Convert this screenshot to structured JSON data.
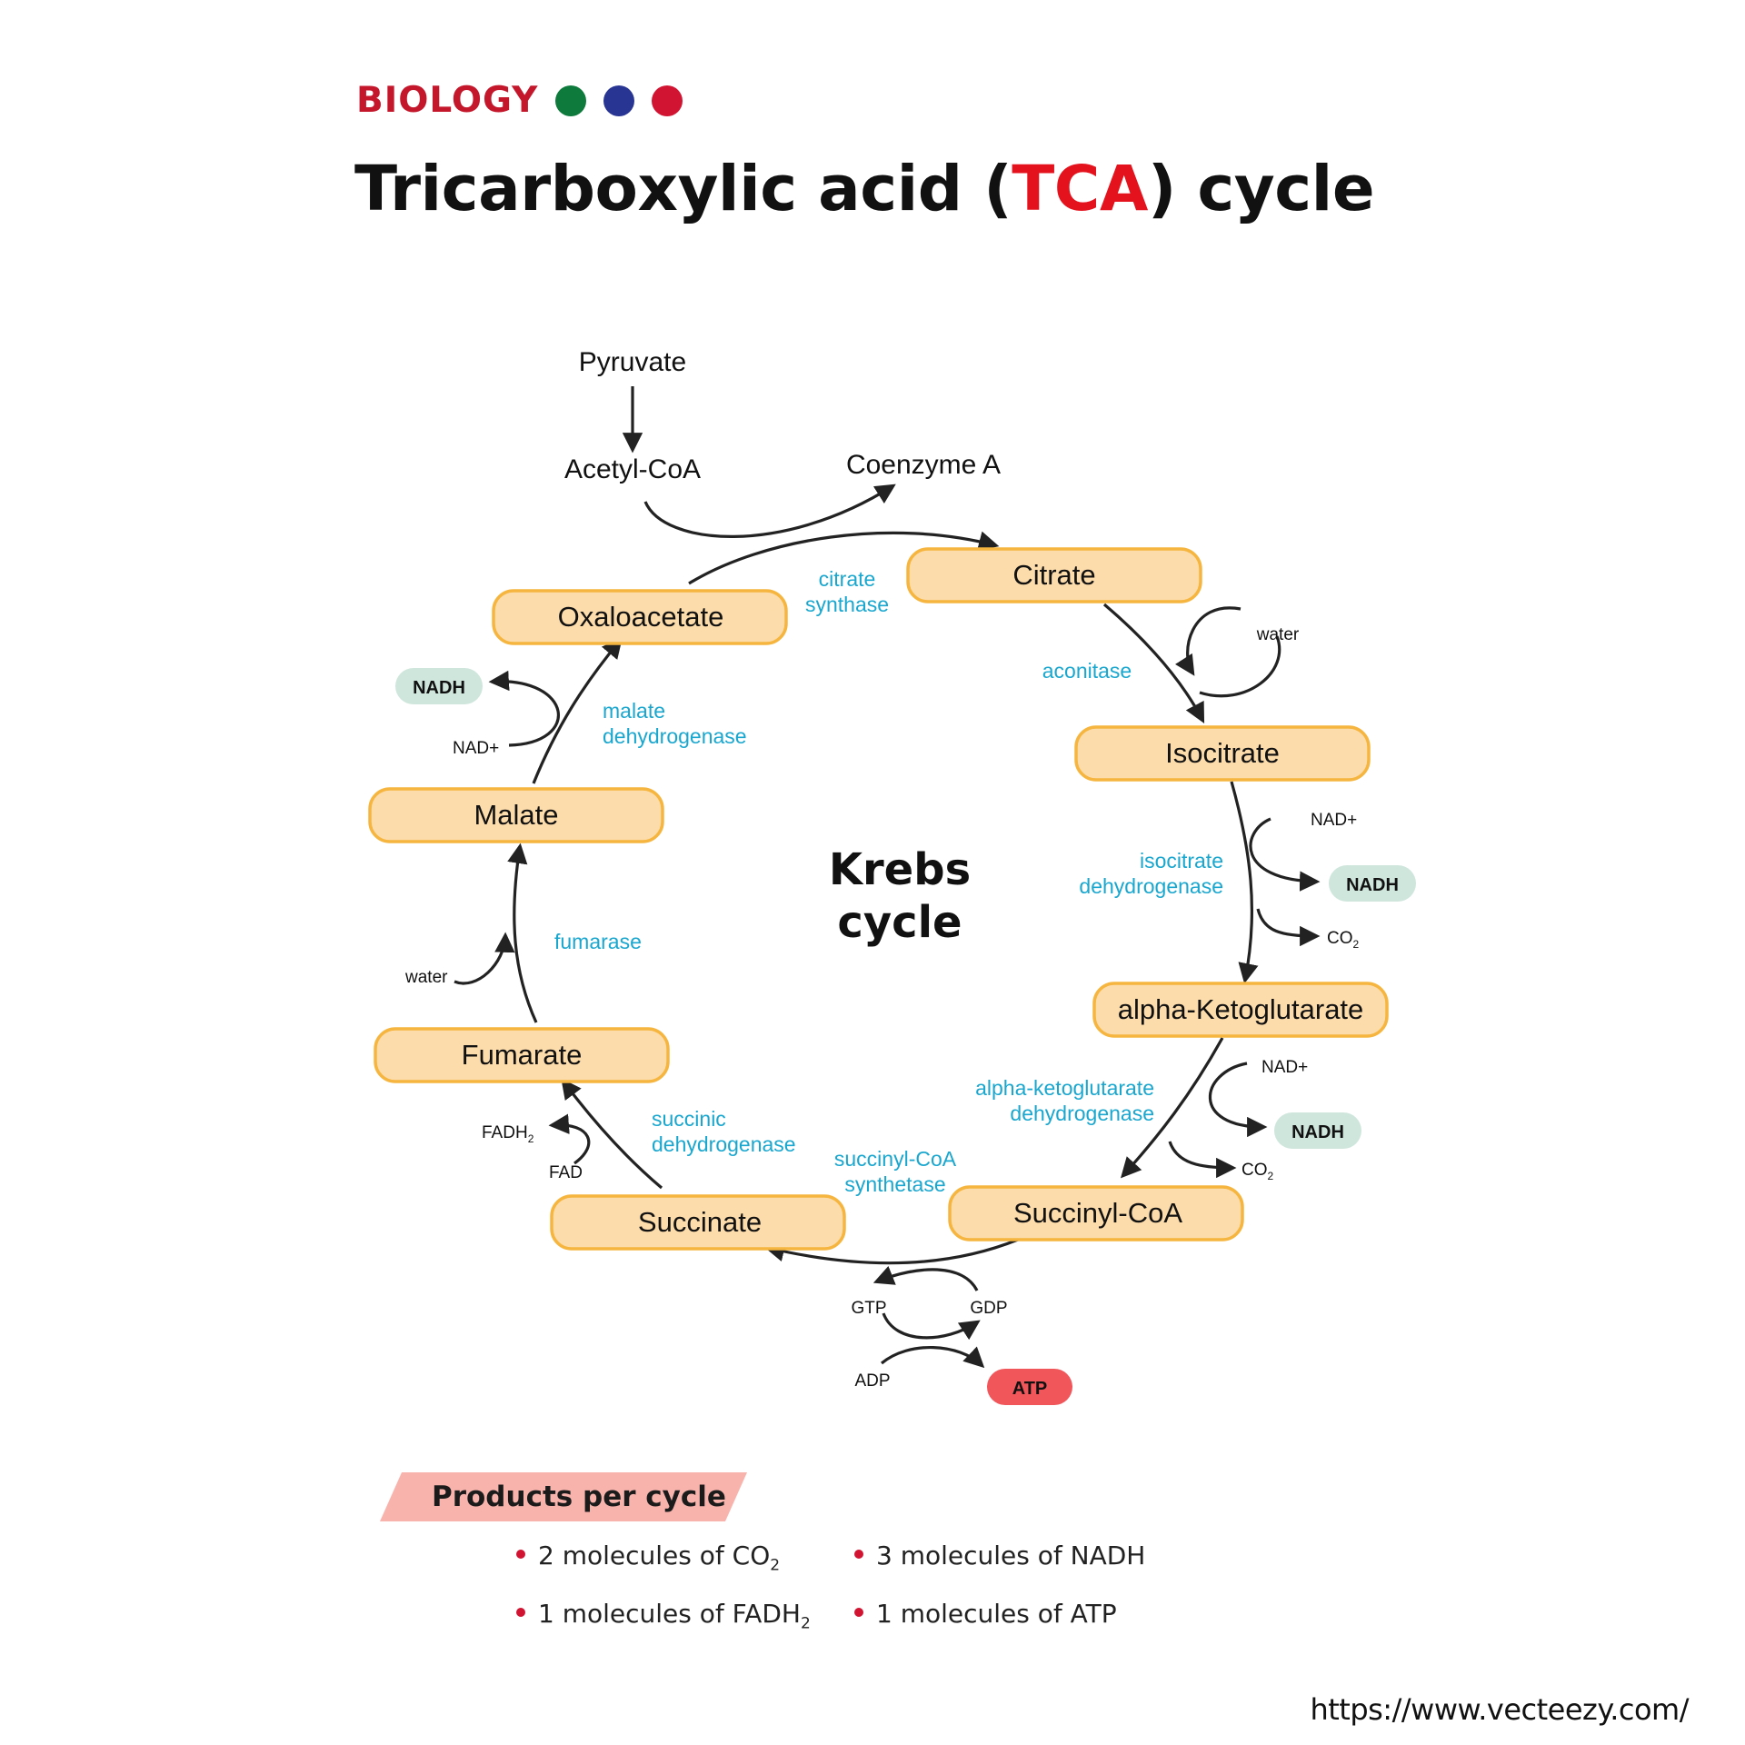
{
  "header": {
    "category": "BIOLOGY",
    "dot_colors": [
      "#0e7a3b",
      "#283593",
      "#d21433"
    ],
    "title_pre": "Tricarboxylic acid (",
    "title_accent": "TCA",
    "title_post": ") cycle"
  },
  "inputs": {
    "pyruvate": "Pyruvate",
    "acetyl_coa": "Acetyl-CoA",
    "coenzyme_a": "Coenzyme A"
  },
  "center": {
    "line1": "Krebs",
    "line2": "cycle"
  },
  "metabolites": {
    "citrate": "Citrate",
    "isocitrate": "Isocitrate",
    "alpha_ketoglutarate": "alpha-Ketoglutarate",
    "succinyl_coa": "Succinyl-CoA",
    "succinate": "Succinate",
    "fumarate": "Fumarate",
    "malate": "Malate",
    "oxaloacetate": "Oxaloacetate"
  },
  "enzymes": {
    "citrate_synthase": [
      "citrate",
      "synthase"
    ],
    "aconitase": "aconitase",
    "isocitrate_dehydrogenase": [
      "isocitrate",
      "dehydrogenase"
    ],
    "akg_dehydrogenase": [
      "alpha-ketoglutarate",
      "dehydrogenase"
    ],
    "succinyl_coa_synthetase": [
      "succinyl-CoA",
      "synthetase"
    ],
    "succinic_dehydrogenase": [
      "succinic",
      "dehydrogenase"
    ],
    "fumarase": "fumarase",
    "malate_dehydrogenase": [
      "malate",
      "dehydrogenase"
    ]
  },
  "cofactors": {
    "water": "water",
    "nad_plus": "NAD+",
    "nadh": "NADH",
    "co2": "CO",
    "co2_sub": "2",
    "fadh": "FADH",
    "fadh_sub": "2",
    "fad": "FAD",
    "gtp": "GTP",
    "gdp": "GDP",
    "adp": "ADP",
    "atp": "ATP"
  },
  "colors": {
    "box_fill": "#fddcab",
    "box_stroke": "#f5b53f",
    "enzyme_text": "#1aa7cf",
    "nadh_fill": "#cfe6dc",
    "atp_fill": "#f0565a"
  },
  "products": {
    "title": "Products per cycle",
    "bullet_color": "#d21433",
    "co2": {
      "pre": "2 molecules of CO",
      "sub": "2"
    },
    "nadh": "3 molecules of NADH",
    "fadh2": {
      "pre": "1 molecules of FADH",
      "sub": "2"
    },
    "atp": "1 molecules of ATP"
  },
  "footer": {
    "url": "https://www.vecteezy.com/"
  }
}
